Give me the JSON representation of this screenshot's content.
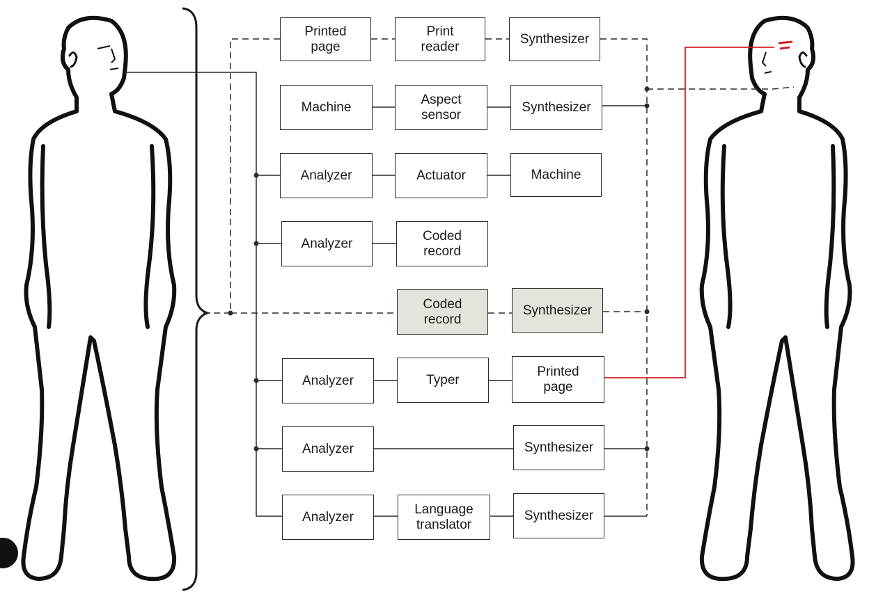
{
  "figures": {
    "left": "human-figure-left",
    "right": "human-figure-right"
  },
  "rows": [
    {
      "id": "row-1",
      "boxes": [
        "Printed\npage",
        "Print\nreader",
        "Synthesizer"
      ]
    },
    {
      "id": "row-2",
      "boxes": [
        "Machine",
        "Aspect\nsensor",
        "Synthesizer"
      ]
    },
    {
      "id": "row-3",
      "boxes": [
        "Analyzer",
        "Actuator",
        "Machine"
      ]
    },
    {
      "id": "row-4",
      "boxes": [
        "Analyzer",
        "Coded\nrecord"
      ]
    },
    {
      "id": "row-5",
      "boxes": [
        "Coded\nrecord",
        "Synthesizer"
      ]
    },
    {
      "id": "row-6",
      "boxes": [
        "Analyzer",
        "Typer",
        "Printed\npage"
      ]
    },
    {
      "id": "row-7",
      "boxes": [
        "Analyzer",
        "Synthesizer"
      ]
    },
    {
      "id": "row-8",
      "boxes": [
        "Analyzer",
        "Language\ntranslator",
        "Synthesizer"
      ]
    }
  ],
  "colors": {
    "line": "#2a2a2a",
    "highlight": "#d42020",
    "shaded_box": "#e3e5dc"
  }
}
